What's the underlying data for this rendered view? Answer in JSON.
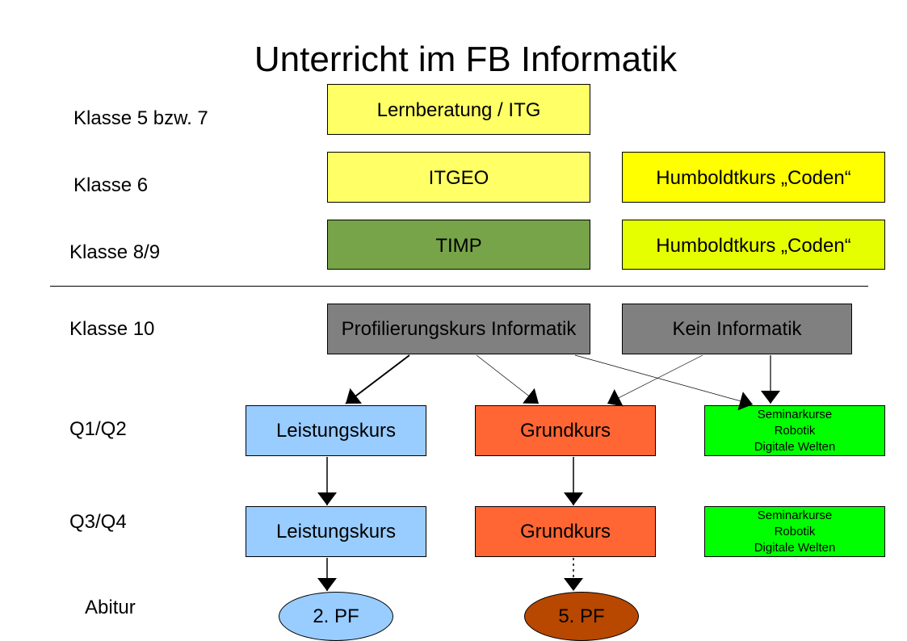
{
  "title": "Unterricht im FB Informatik",
  "row_labels": [
    "Klasse 5 bzw. 7",
    "Klasse 6",
    "Klasse 8/9",
    "Klasse 10",
    "Q1/Q2",
    "Q3/Q4",
    "Abitur"
  ],
  "nodes": {
    "lernberatung": {
      "label": "Lernberatung / ITG",
      "color": "#ffff66"
    },
    "itgeo": {
      "label": "ITGEO",
      "color": "#ffff66"
    },
    "humboldt6": {
      "label": "Humboldtkurs „Coden“",
      "color": "#ffff00"
    },
    "timp": {
      "label": "TIMP",
      "color": "#77a448"
    },
    "humboldt89": {
      "label": "Humboldtkurs „Coden“",
      "color": "#e6ff00"
    },
    "profilierung": {
      "label": "Profilierungskurs Informatik",
      "color": "#808080"
    },
    "kein": {
      "label": "Kein Informatik",
      "color": "#808080"
    },
    "lk1": {
      "label": "Leistungskurs",
      "color": "#99ccff"
    },
    "gk1": {
      "label": "Grundkurs",
      "color": "#ff6633"
    },
    "sem1": {
      "lines": [
        "Seminarkurse",
        "Robotik",
        "Digitale Welten"
      ],
      "color": "#00ff00"
    },
    "lk2": {
      "label": "Leistungskurs",
      "color": "#99ccff"
    },
    "gk2": {
      "label": "Grundkurs",
      "color": "#ff6633"
    },
    "sem2": {
      "lines": [
        "Seminarkurse",
        "Robotik",
        "Digitale Welten"
      ],
      "color": "#00ff00"
    },
    "pf2": {
      "label": "2. PF",
      "color": "#99ccff"
    },
    "pf5": {
      "label": "5. PF",
      "color": "#b84700"
    }
  },
  "edges": [
    {
      "from": "profilierung",
      "to": "lk1",
      "style": "thick"
    },
    {
      "from": "profilierung",
      "to": "gk1",
      "style": "thin"
    },
    {
      "from": "profilierung",
      "to": "sem1",
      "style": "thin"
    },
    {
      "from": "kein",
      "to": "gk1",
      "style": "thin"
    },
    {
      "from": "kein",
      "to": "sem1",
      "style": "solid"
    },
    {
      "from": "lk1",
      "to": "lk2",
      "style": "solid"
    },
    {
      "from": "gk1",
      "to": "gk2",
      "style": "solid"
    },
    {
      "from": "lk2",
      "to": "pf2",
      "style": "solid"
    },
    {
      "from": "gk2",
      "to": "pf5",
      "style": "dotted"
    }
  ]
}
